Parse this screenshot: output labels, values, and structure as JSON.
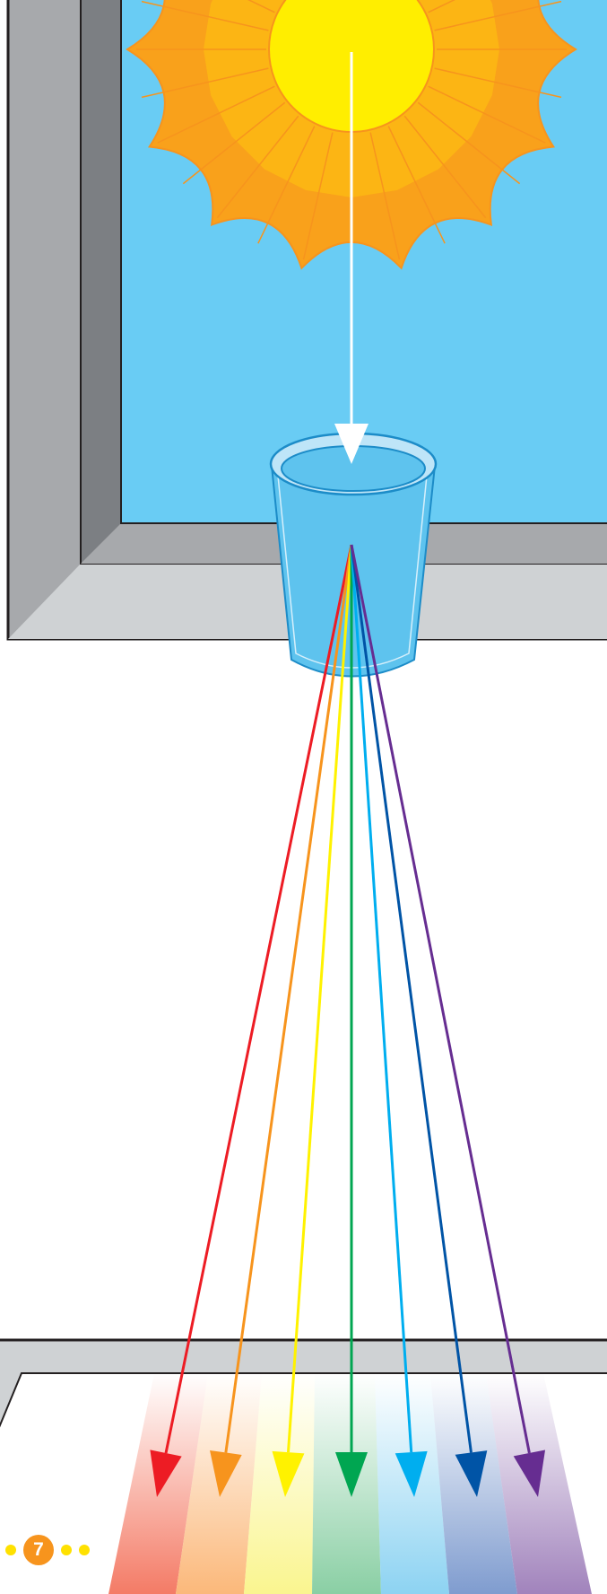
{
  "colors": {
    "sky": "#69CCF4",
    "sun_core": "#FFEE00",
    "sun_rays": "#F9A11B",
    "sun_rays_light": "#FDB813",
    "frame_dark": "#7C7F83",
    "frame_mid": "#A7A9AC",
    "frame_light": "#CFD2D4",
    "glass": "#5EC3EE",
    "glass_edge": "#1C8CC8",
    "white_beam": "#FFFFFF",
    "page_accent": "#F7941D",
    "dot_yellow": "#FFE100"
  },
  "spectrum": [
    {
      "name": "red",
      "color": "#ED1C24",
      "band": "#F47B66"
    },
    {
      "name": "orange",
      "color": "#F7941D",
      "band": "#FBB87A"
    },
    {
      "name": "yellow",
      "color": "#FFF200",
      "band": "#FAF58F"
    },
    {
      "name": "green",
      "color": "#00A651",
      "band": "#8ACFA4"
    },
    {
      "name": "blue",
      "color": "#00AEEF",
      "band": "#8DD3F2"
    },
    {
      "name": "indigo",
      "color": "#0054A6",
      "band": "#7F9CCF"
    },
    {
      "name": "violet",
      "color": "#662D91",
      "band": "#A183BC"
    }
  ],
  "page_indicator": {
    "page_number": "7",
    "dots_before": 1,
    "dots_after": 2
  },
  "icons": {
    "sun": "sun-icon",
    "glass": "glass-of-water-icon",
    "arrow": "arrowhead-icon"
  }
}
